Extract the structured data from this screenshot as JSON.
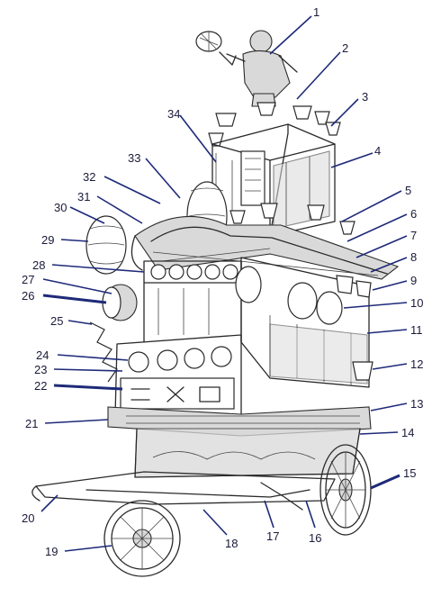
{
  "figure": {
    "labels": [
      "1",
      "2",
      "3",
      "4",
      "5",
      "6",
      "7",
      "8",
      "9",
      "10",
      "11",
      "12",
      "13",
      "14",
      "15",
      "16",
      "17",
      "18",
      "19",
      "20",
      "21",
      "22",
      "23",
      "24",
      "25",
      "26",
      "27",
      "28",
      "29",
      "30",
      "31",
      "32",
      "33",
      "34"
    ],
    "colors": {
      "ink": "#2a2a2a",
      "leader": "#1e2a78",
      "label": "#1a1a3a",
      "shade": "#d9d9d9",
      "paper": "#ffffff"
    }
  }
}
